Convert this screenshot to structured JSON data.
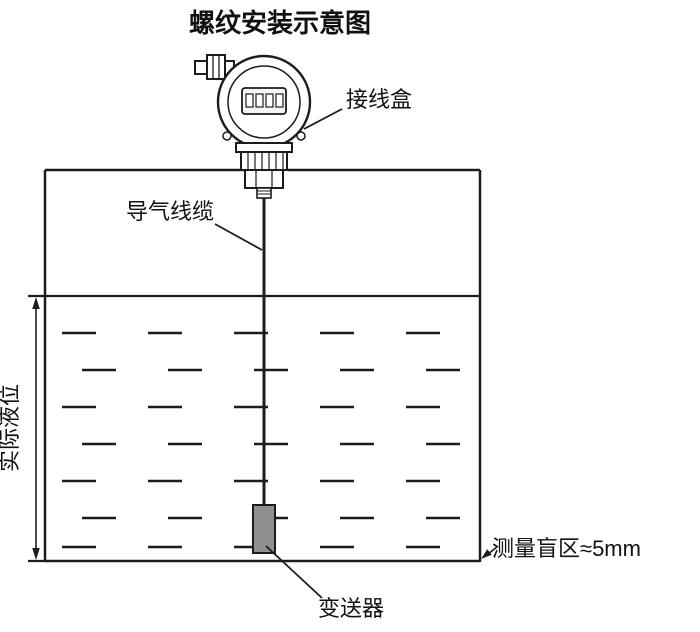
{
  "title": "螺纹安装示意图",
  "labels": {
    "junction_box": "接线盒",
    "air_cable": "导气线缆",
    "actual_level": "实际液位",
    "blind_zone": "测量盲区≈5mm",
    "transmitter": "变送器"
  },
  "colors": {
    "line": "#1c1c1c",
    "probe_fill": "#8f8f8f",
    "display_fill": "#f5f5f5",
    "background": "#ffffff"
  }
}
